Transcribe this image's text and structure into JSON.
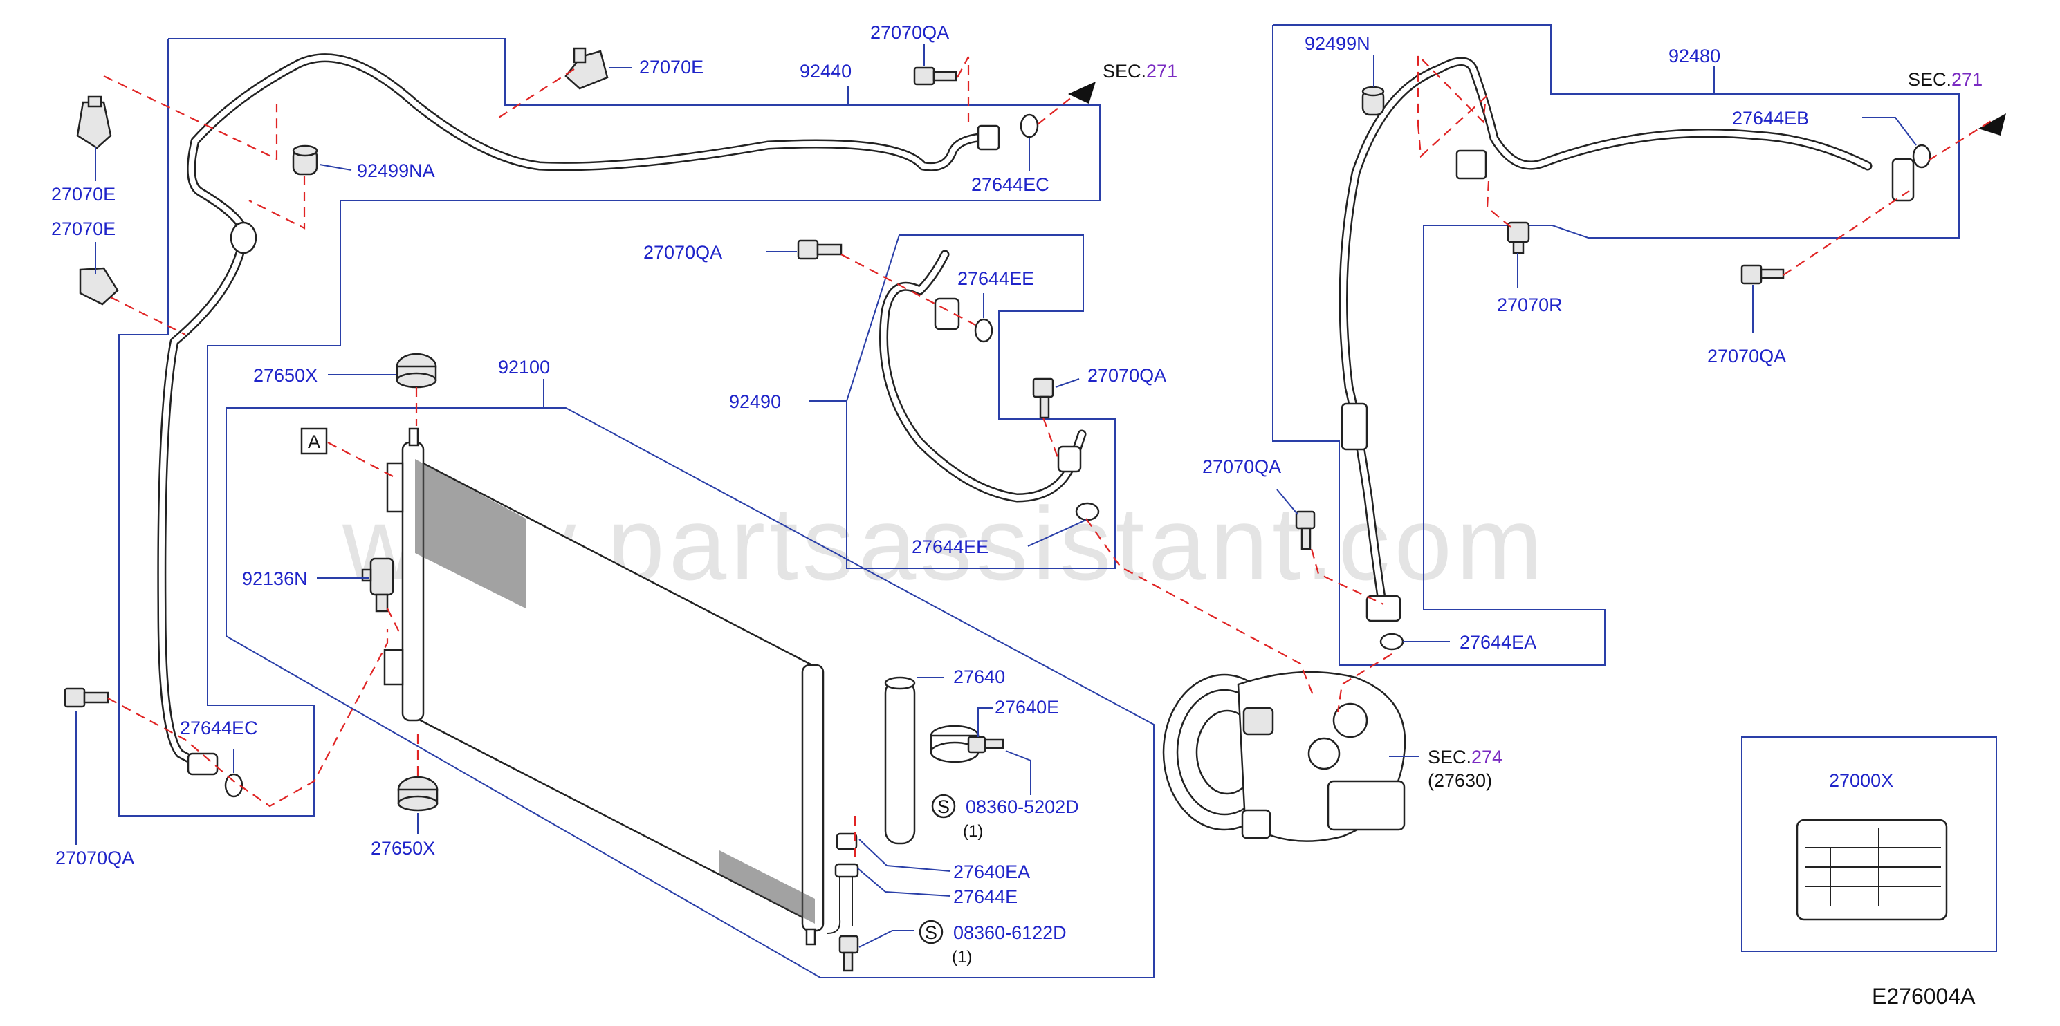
{
  "watermark": "www.partsassistant.com",
  "diagram_code": "E276004A",
  "labels": {
    "p27070E_top": "27070E",
    "p92440": "92440",
    "p27070QA_top": "27070QA",
    "sec271_left_prefix": "SEC.",
    "sec271_left_num": "271",
    "p92499NA": "92499NA",
    "p27644EC_top": "27644EC",
    "p27070E_left1": "27070E",
    "p27070E_left2": "27070E",
    "p27070QA_mid": "27070QA",
    "p27644EE_top": "27644EE",
    "p27650X_top": "27650X",
    "p92100": "92100",
    "section_A": "A",
    "p92490": "92490",
    "p27070QA_mid2": "27070QA",
    "p27644EE_bot": "27644EE",
    "p92136N": "92136N",
    "p27640": "27640",
    "p27640E": "27640E",
    "p27644EC_bot": "27644EC",
    "s_mark1": "S",
    "p08360_5202D": "08360-5202D",
    "qty1": "(1)",
    "p27650X_bot": "27650X",
    "p27070QA_left": "27070QA",
    "p27640EA": "27640EA",
    "p27644E": "27644E",
    "s_mark2": "S",
    "p08360_6122D": "08360-6122D",
    "qty2": "(1)",
    "p92499N": "92499N",
    "p92480": "92480",
    "sec271_right_prefix": "SEC.",
    "sec271_right_num": "271",
    "p27644EB": "27644EB",
    "p27070R": "27070R",
    "p27070QA_right": "27070QA",
    "p27070QA_comp": "27070QA",
    "p27644EA": "27644EA",
    "sec274_prefix": "SEC.",
    "sec274_num": "274",
    "p27630": "(27630)",
    "p27000X": "27000X"
  },
  "colors": {
    "label": "#1f24c9",
    "leader": "#2a3fa8",
    "dashed": "#e02424",
    "section_ref": "#7a2bc2"
  }
}
